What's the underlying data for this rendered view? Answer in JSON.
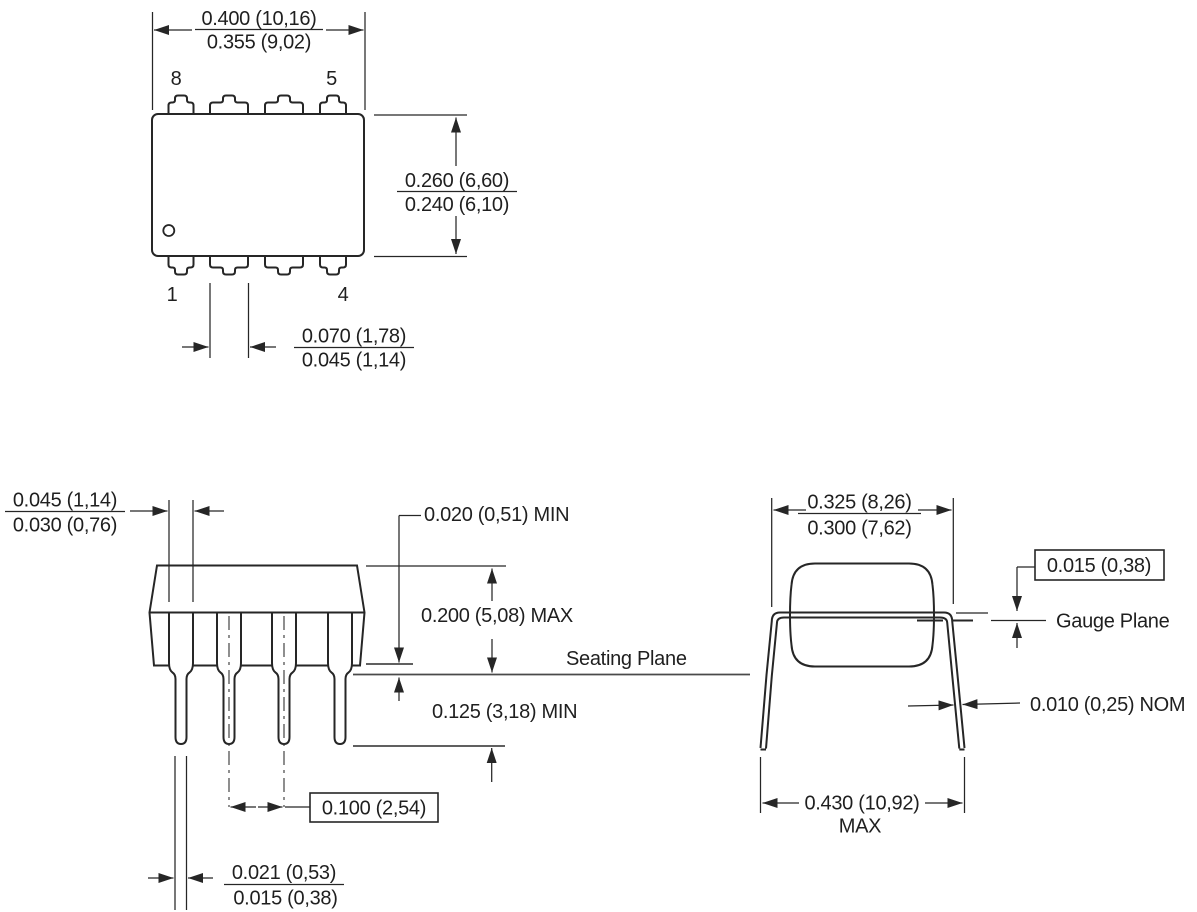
{
  "colors": {
    "ink": "#1f1f1f",
    "background": "#ffffff"
  },
  "views": {
    "top": {
      "dim_body_width": {
        "max": "0.400 (10,16)",
        "min": "0.355 (9,02)"
      },
      "dim_body_height": {
        "max": "0.260 (6,60)",
        "min": "0.240 (6,10)"
      },
      "dim_lead_shoulder": {
        "max": "0.070 (1,78)",
        "min": "0.045 (1,14)"
      },
      "pin_labels": {
        "top_left": "8",
        "top_right": "5",
        "bottom_left": "1",
        "bottom_right": "4"
      }
    },
    "side": {
      "dim_shoulder_width": {
        "max": "0.045 (1,14)",
        "min": "0.030 (0,76)"
      },
      "dim_standoff": "0.020 (0,51) MIN",
      "dim_height": "0.200 (5,08) MAX",
      "seating_plane": "Seating Plane",
      "dim_lead_length": "0.125 (3,18) MIN",
      "dim_pitch": "0.100 (2,54)",
      "dim_lead_width": {
        "max": "0.021 (0,53)",
        "min": "0.015 (0,38)"
      }
    },
    "end": {
      "dim_row_span": {
        "max": "0.325 (8,26)",
        "min": "0.300 (7,62)"
      },
      "dim_gauge_offset": "0.015 (0,38)",
      "gauge_plane": "Gauge Plane",
      "dim_lead_thickness": "0.010 (0,25) NOM",
      "dim_overall_span": "0.430 (10,92)",
      "dim_overall_span_qual": "MAX"
    }
  }
}
